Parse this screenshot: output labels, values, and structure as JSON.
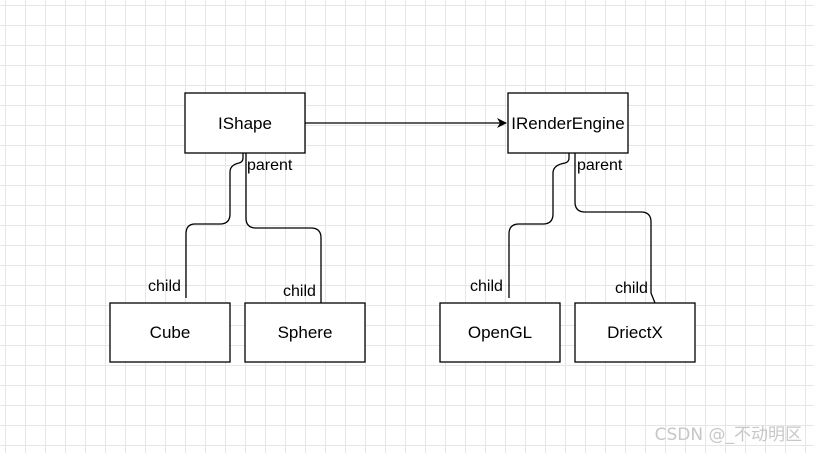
{
  "nodes": {
    "ishape": "IShape",
    "irenderengine": "IRenderEngine",
    "cube": "Cube",
    "sphere": "Sphere",
    "opengl": "OpenGL",
    "driectx": "DriectX"
  },
  "edge_labels": {
    "left_parent": "parent",
    "left_child_cube": "child",
    "left_child_sphere": "child",
    "right_parent": "parent",
    "right_child_opengl": "child",
    "right_child_driectx": "child"
  },
  "watermark": "CSDN @_不动明区",
  "colors": {
    "stroke": "#000000",
    "driectx_text": "#2b7fa5",
    "grid": "#e6e6e6"
  }
}
